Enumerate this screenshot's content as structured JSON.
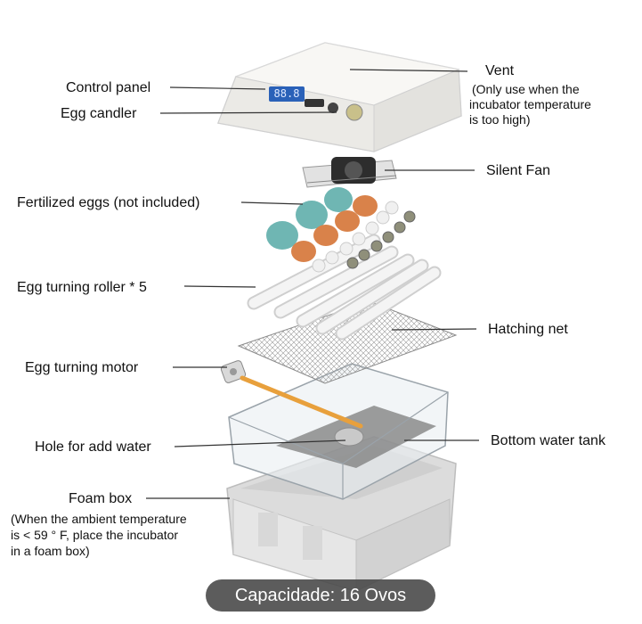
{
  "labels": {
    "control_panel": "Control panel",
    "egg_candler": "Egg candler",
    "vent": "Vent",
    "vent_note_1": "(Only use when the",
    "vent_note_2": "incubator temperature",
    "vent_note_3": "is too high)",
    "silent_fan": "Silent Fan",
    "fertilized_eggs": "Fertilized eggs (not included)",
    "egg_turning_roller": "Egg turning roller * 5",
    "hatching_net": "Hatching net",
    "egg_turning_motor": "Egg turning motor",
    "hole_for_water": "Hole for add water",
    "bottom_water_tank": "Bottom water tank",
    "foam_box": "Foam box",
    "foam_note_1": "(When the ambient temperature",
    "foam_note_2": "is < 59 ° F, place the incubator",
    "foam_note_3": "in a foam box)"
  },
  "display": {
    "digits": "88.8"
  },
  "caption": "Capacidade: 16 Ovos",
  "colors": {
    "egg_teal": "#6fb6b3",
    "egg_orange": "#d9824a",
    "motor_rod": "#e8a03c",
    "lid": "#f2f1ee",
    "display_blue": "#2a61b8"
  }
}
